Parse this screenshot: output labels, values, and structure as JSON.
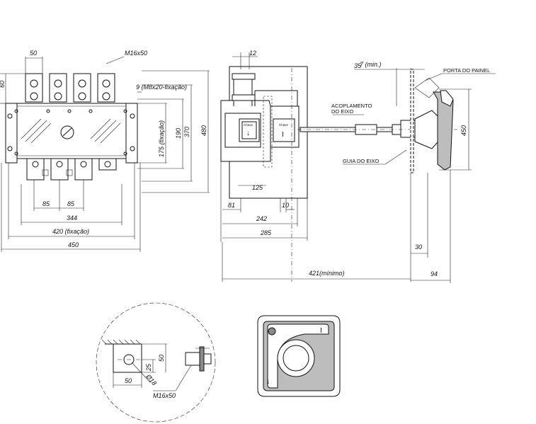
{
  "front_view": {
    "dim_terminal_pitch": "50",
    "dim_bolt": "M16x50",
    "dim_top_offset": "60",
    "dim_mount_hole": "9 (M8x20-fixação)",
    "dim_fix_height": "175 (fixação)",
    "dim_190": "190",
    "dim_370": "370",
    "dim_480": "480",
    "dim_85_left": "85",
    "dim_85_right": "85",
    "dim_344": "344",
    "dim_420": "420 (fixação)",
    "dim_450": "450"
  },
  "side_view": {
    "dim_12": "12",
    "dim_125": "125",
    "dim_81": "81",
    "dim_10": "10",
    "dim_242": "242",
    "dim_285": "285",
    "dim_421": "421(mínimo)",
    "dim_min": "7 (min.)",
    "dim_35": "35",
    "dim_30": "30",
    "dim_94": "94",
    "dim_handle_450": "450",
    "label_panel_door": "PORTA DO PAINEL",
    "label_coupling_1": "ACOPLAMENTO",
    "label_coupling_2": "DO EIXO",
    "label_guide": "GUIA DO EIXO"
  },
  "detail_view": {
    "dim_50_h": "50",
    "dim_50_v": "50",
    "dim_25": "25",
    "dim_diameter": "Ø18",
    "dim_bolt": "M16x50"
  },
  "handle_view": {
    "on_symbol": "I",
    "arrow_symbol": "↓"
  },
  "badges": {
    "brand_left": "Chave",
    "brand_right": "Chave",
    "on_mark": "I"
  }
}
